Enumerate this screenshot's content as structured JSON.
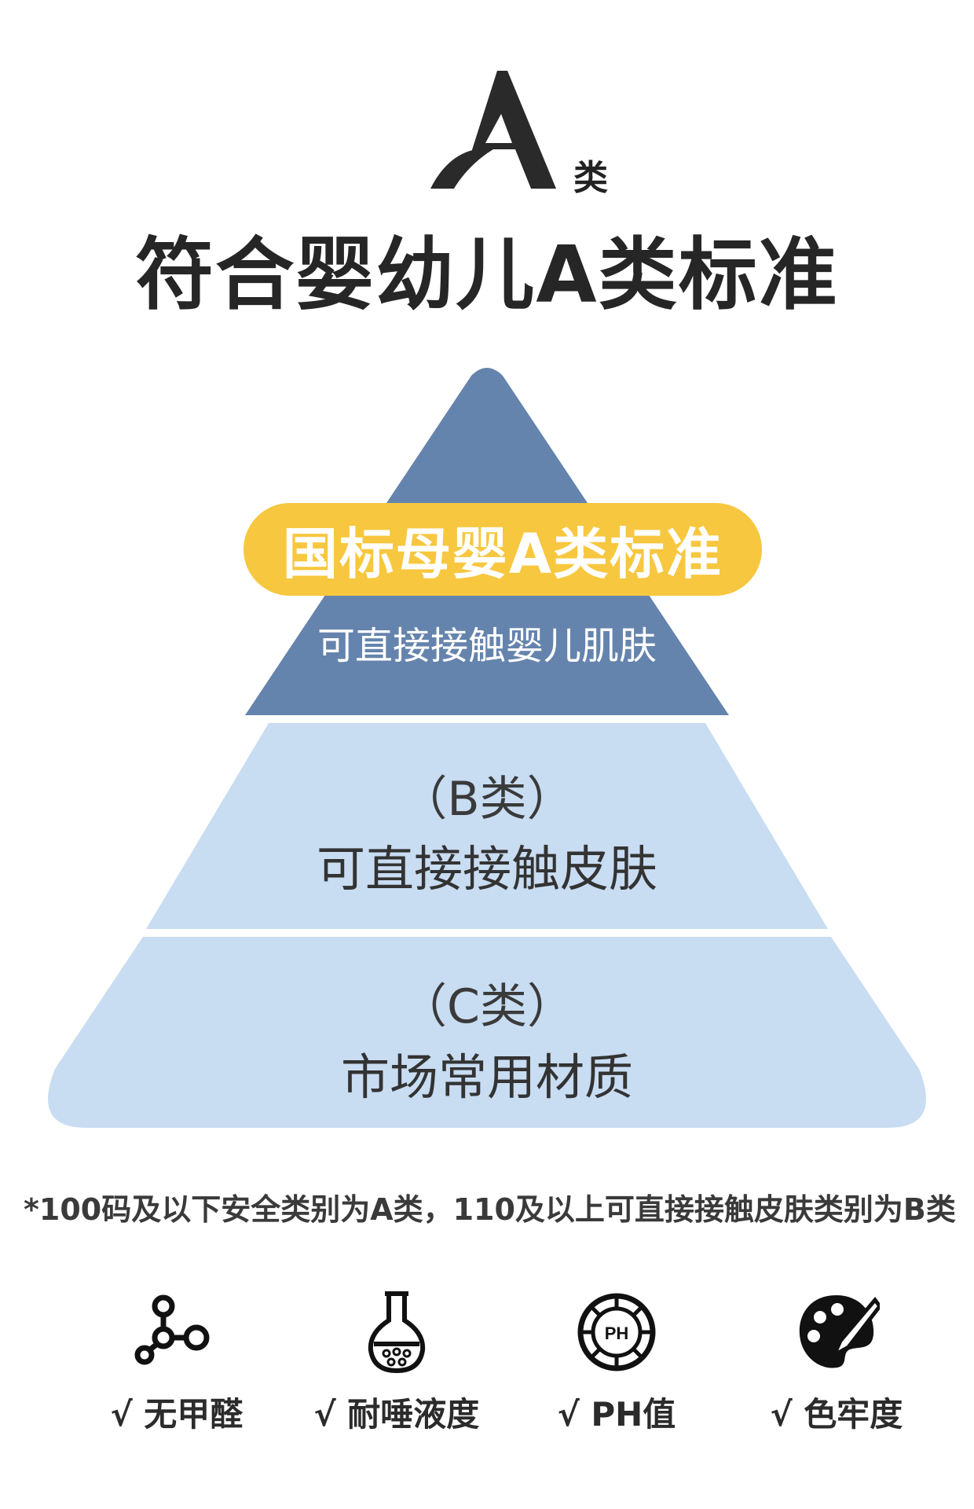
{
  "header": {
    "logo_letter": "A",
    "logo_suffix": "类",
    "headline": "符合婴幼儿A类标准"
  },
  "pyramid": {
    "tier_a": {
      "badge": "国标母婴A类标准",
      "subtitle": "可直接接触婴儿肌肤"
    },
    "tier_b": {
      "class_label": "（B类）",
      "text": "可直接接触皮肤"
    },
    "tier_c": {
      "class_label": "（C类）",
      "text": "市场常用材质"
    }
  },
  "note": "*100码及以下安全类别为A类，110及以上可直接接触皮肤类别为B类",
  "features": [
    {
      "icon": "molecule-icon",
      "label": "√ 无甲醛"
    },
    {
      "icon": "flask-icon",
      "label": "√ 耐唾液度"
    },
    {
      "icon": "ph-icon",
      "label": "√ PH值"
    },
    {
      "icon": "palette-icon",
      "label": "√ 色牢度"
    }
  ],
  "colors": {
    "tier_a": "#6584ad",
    "tier_b_c": "#c8dcf2",
    "badge": "#f7c73f"
  }
}
